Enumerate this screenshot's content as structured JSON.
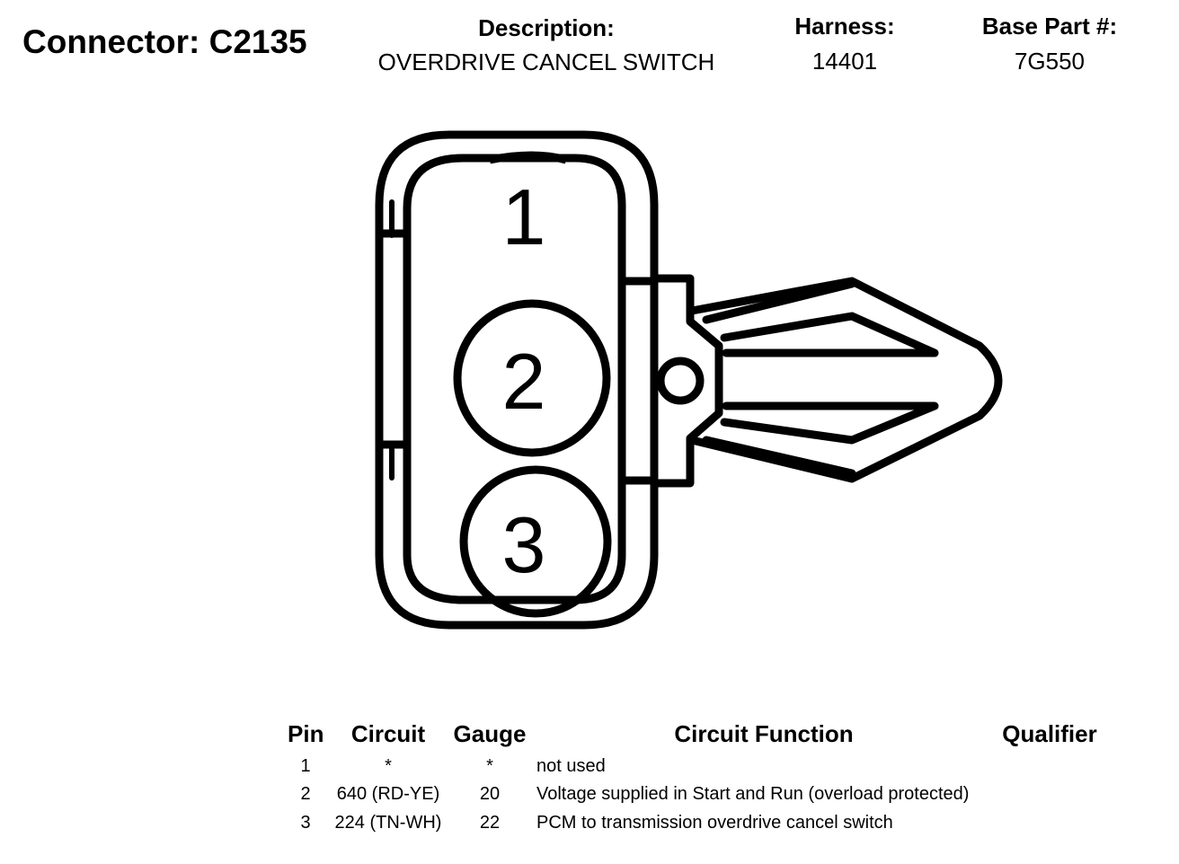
{
  "header": {
    "connector": "Connector: C2135",
    "description_label": "Description:",
    "description_value": "OVERDRIVE CANCEL SWITCH",
    "harness_label": "Harness:",
    "harness_value": "14401",
    "base_part_label": "Base Part #:",
    "base_part_value": "7G550"
  },
  "diagram": {
    "pins": [
      "1",
      "2",
      "3"
    ]
  },
  "table": {
    "headers": {
      "pin": "Pin",
      "circuit": "Circuit",
      "gauge": "Gauge",
      "function": "Circuit Function",
      "qualifier": "Qualifier"
    },
    "rows": [
      {
        "pin": "1",
        "circuit": "*",
        "gauge": "*",
        "function": "not used",
        "qualifier": ""
      },
      {
        "pin": "2",
        "circuit": "640 (RD-YE)",
        "gauge": "20",
        "function": "Voltage supplied in Start and Run (overload protected)",
        "qualifier": ""
      },
      {
        "pin": "3",
        "circuit": "224 (TN-WH)",
        "gauge": "22",
        "function": "PCM to transmission overdrive cancel switch",
        "qualifier": ""
      }
    ]
  }
}
